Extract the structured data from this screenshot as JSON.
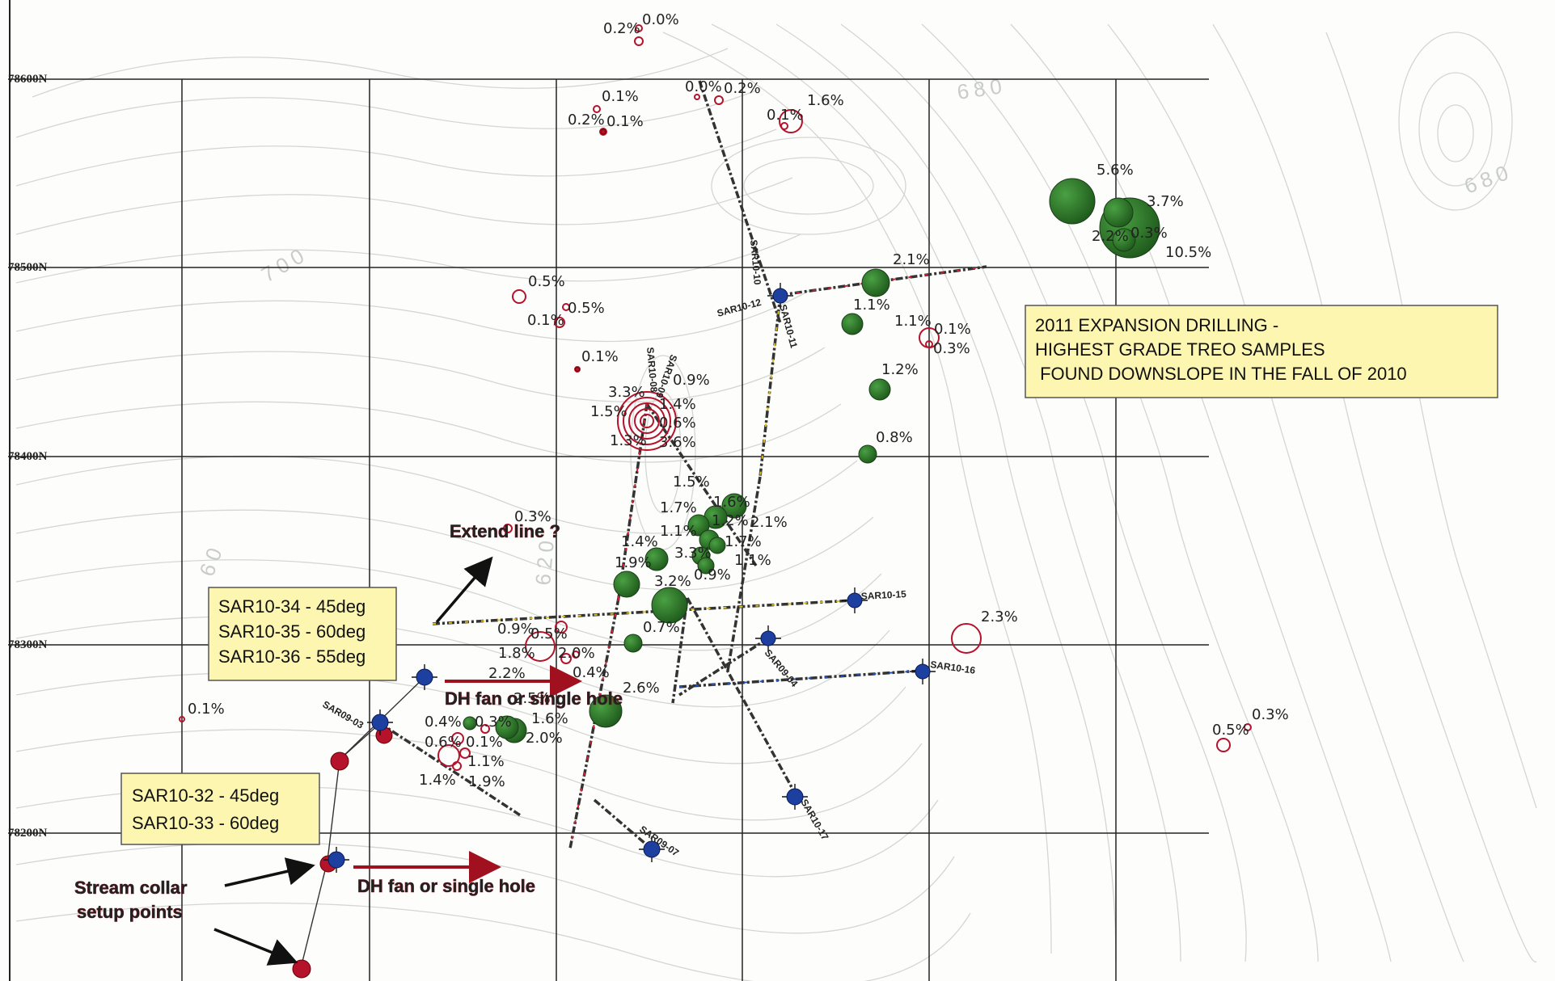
{
  "northings": [
    {
      "label": "78600N"
    },
    {
      "label": "78500N"
    },
    {
      "label": "78400N"
    },
    {
      "label": "78300N"
    },
    {
      "label": "78200N"
    }
  ],
  "contour_labels": [
    "700",
    "680",
    "680",
    "60",
    "620"
  ],
  "callouts": {
    "expansion": {
      "lines": [
        "2011 EXPANSION DRILLING -",
        "HIGHEST GRADE TREO SAMPLES",
        " FOUND DOWNSLOPE IN THE FALL OF 2010"
      ]
    },
    "sar10_34": {
      "lines": [
        "SAR10-34 - 45deg",
        "SAR10-35 - 60deg",
        "SAR10-36 - 55deg"
      ]
    },
    "sar10_32": {
      "lines": [
        "SAR10-32 - 45deg",
        "SAR10-33 - 60deg"
      ]
    }
  },
  "annotations": {
    "extend_line": "Extend line ?",
    "dh_fan_upper": "DH fan or single hole",
    "dh_fan_lower": "DH fan or single hole",
    "stream_collar_1": "Stream collar",
    "stream_collar_2": "setup points"
  },
  "hole_labels": [
    "SAR10-10",
    "SAR10-12",
    "SAR10-11",
    "SAR10-08",
    "SAR10-09",
    "SAR10-15",
    "SAR10-16",
    "SAR09-04",
    "SAR09-03",
    "SAR10-17",
    "SAR09-07"
  ],
  "sample_labels": [
    "0.2%",
    "0.0%",
    "0.1%",
    "0.2%",
    "0.1%",
    "0.0%",
    "0.2%",
    "0.1%",
    "1.6%",
    "5.6%",
    "3.7%",
    "2.2%",
    "0.3%",
    "10.5%",
    "2.1%",
    "0.5%",
    "0.5%",
    "0.1%",
    "1.1%",
    "1.1%",
    "0.1%",
    "0.3%",
    "0.1%",
    "0.9%",
    "3.3%",
    "1.4%",
    "1.5%",
    "0.6%",
    "1.3%",
    "3.6%",
    "1.2%",
    "0.8%",
    "1.5%",
    "1.7%",
    "1.6%",
    "1.2%",
    "1.1%",
    "2.1%",
    "1.4%",
    "1.7%",
    "3.3%",
    "1.1%",
    "1.9%",
    "0.9%",
    "3.2%",
    "0.3%",
    "0.9%",
    "0.5%",
    "1.8%",
    "2.0%",
    "0.7%",
    "2.2%",
    "0.4%",
    "2.6%",
    "2.3%",
    "0.1%",
    "0.4%",
    "0.3%",
    "1.6%",
    "0.6%",
    "0.1%",
    "2.0%",
    "1.1%",
    "1.4%",
    "1.9%",
    "0.5%",
    "0.3%",
    "2.5%"
  ],
  "colors": {
    "green_sample": "#2f7d2a",
    "red_sample": "#b5122b",
    "blue_collar": "#1d3fa0",
    "callout_fill": "#fdf6b0",
    "arrow_red": "#a0101f"
  }
}
